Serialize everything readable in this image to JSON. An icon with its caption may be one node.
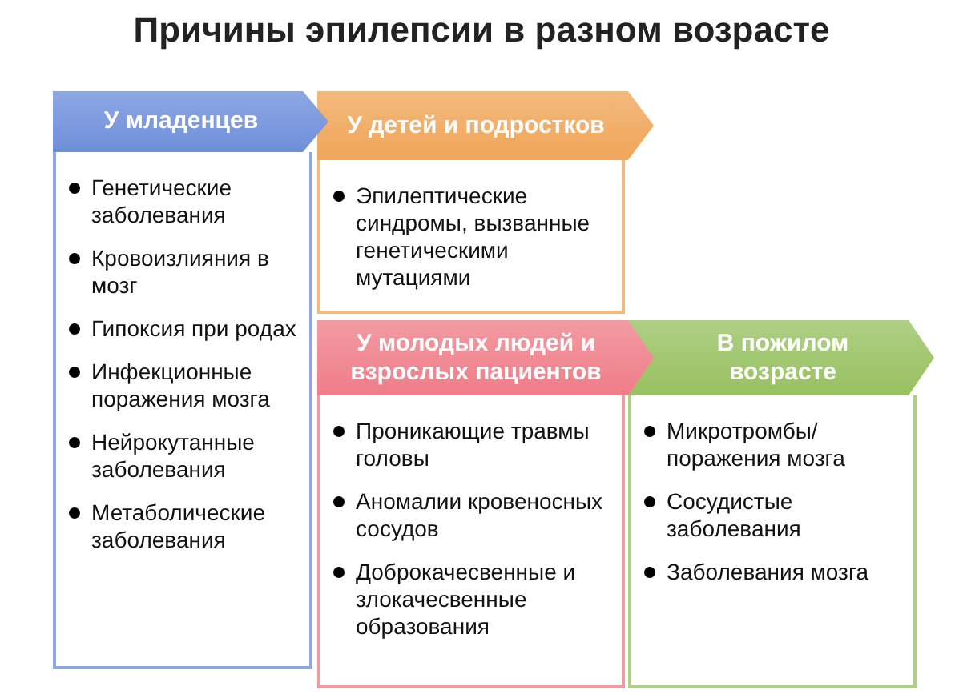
{
  "diagram": {
    "title": "Причины эпилепсии в разном возрасте",
    "nodes": [
      {
        "text": [
          "У младенцев",
          "Генетические заболевания",
          "Кровоизлияния в мозг",
          "Гипоксия при родах",
          "Инфекционные поражения мозга",
          "Нейрокутанные заболевания",
          "Метаболические заболевания"
        ]
      },
      {
        "text": [
          "У детей и подростков",
          "Эпилептические синдромы, вызванные генетическими мутациями"
        ]
      },
      {
        "text": [
          "У молодых людей и взрослых пациентов",
          "Проникающие травмы головы",
          "Аномалии кровеносных сосудов",
          "Доброкачесвенные и злокачесвенные образования"
        ]
      },
      {
        "text": [
          "В пожилом возрасте",
          "Микротромбы/ поражения мозга",
          "Сосудистые заболевания",
          "Заболевания мозга"
        ]
      }
    ]
  }
}
